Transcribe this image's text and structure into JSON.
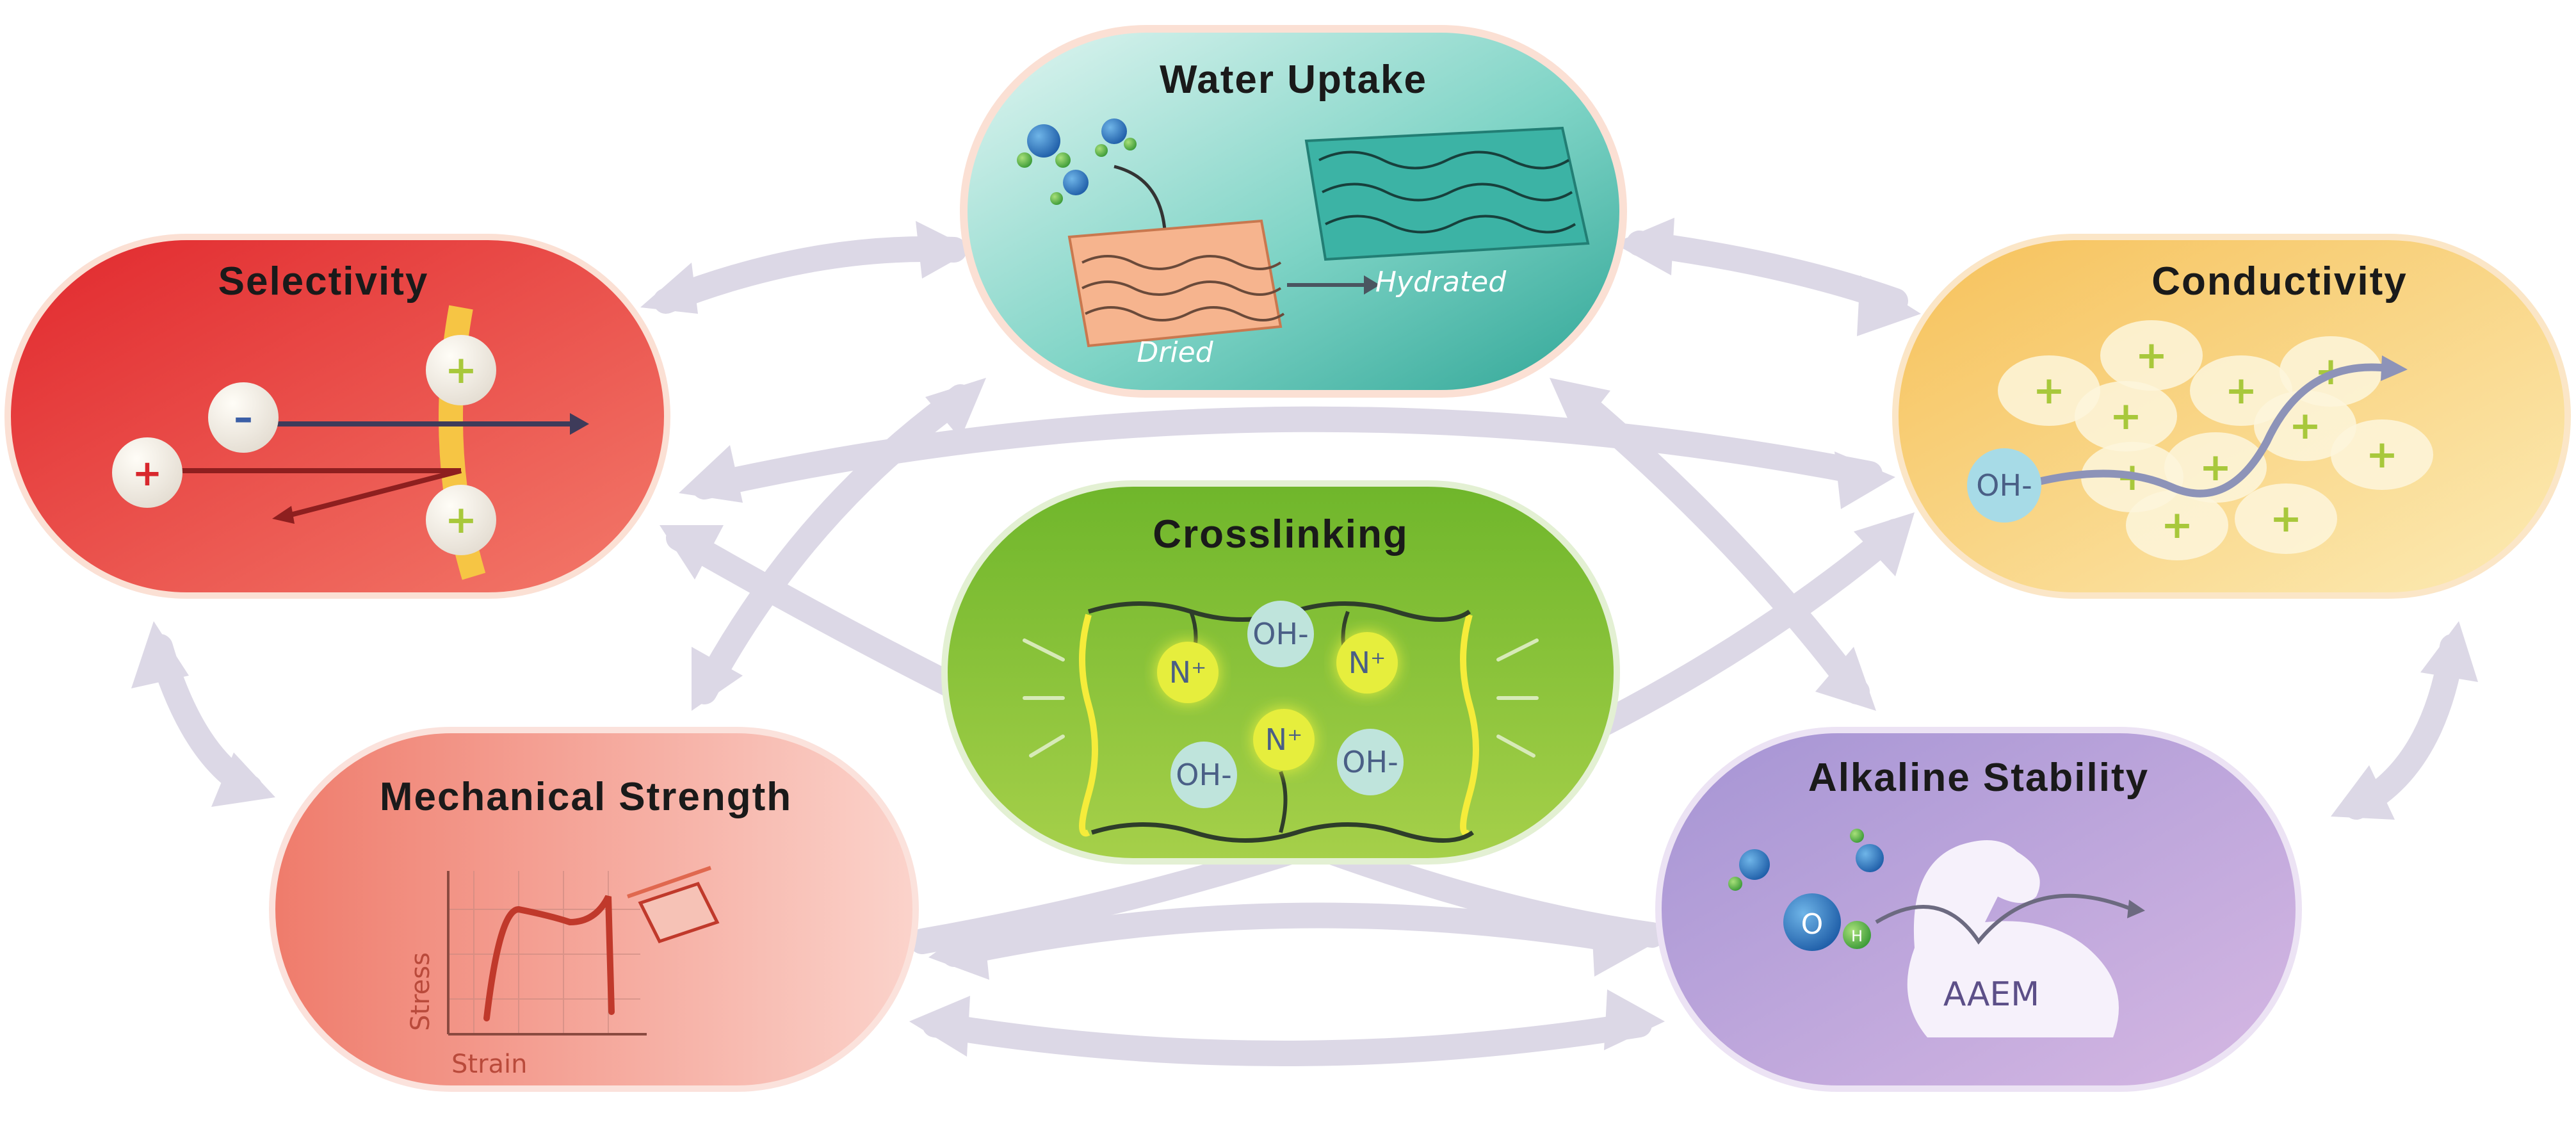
{
  "nodes": {
    "water_uptake": {
      "title": "Water Uptake",
      "dried_label": "Dried",
      "hydrated_label": "Hydrated"
    },
    "selectivity": {
      "title": "Selectivity",
      "minus": "–",
      "plus": "+"
    },
    "conductivity": {
      "title": "Conductivity",
      "ion": "OH-",
      "plus": "+"
    },
    "crosslinking": {
      "title": "Crosslinking",
      "cation": "N⁺",
      "anion": "OH-"
    },
    "mechanical_strength": {
      "title": "Mechanical Strength",
      "y_axis": "Stress",
      "x_axis": "Strain"
    },
    "alkaline_stability": {
      "title": "Alkaline Stability",
      "oxygen": "O",
      "hydrogen": "H",
      "membrane": "AAEM"
    }
  },
  "colors": {
    "arrow": "#dcd8e6",
    "water_uptake": "#55c7b5",
    "selectivity": "#e23d3b",
    "conductivity": "#f7d06b",
    "crosslinking": "#7cbf2e",
    "mechanical_strength": "#f08a7a",
    "alkaline_stability": "#b9a4d8"
  }
}
